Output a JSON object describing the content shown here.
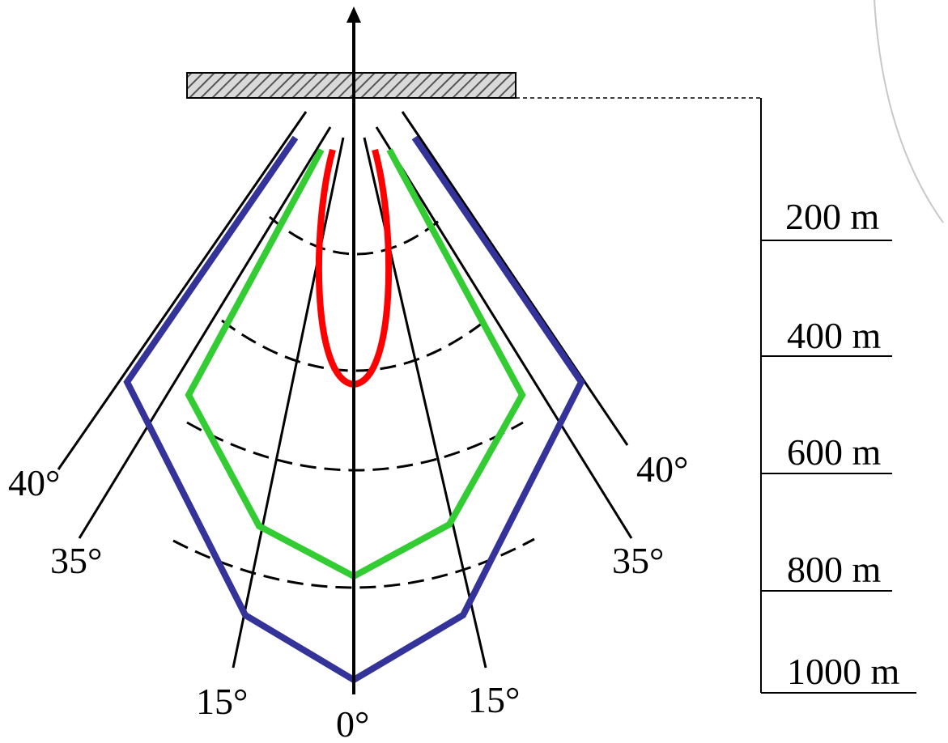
{
  "angle_labels": {
    "left_40": "40°",
    "left_35": "35°",
    "left_15": "15°",
    "center_0": "0°",
    "right_15": "15°",
    "right_35": "35°",
    "right_40": "40°"
  },
  "distance_scale": [
    "200 m",
    "400 m",
    "600 m",
    "800 m",
    "1000 m"
  ],
  "colors": {
    "outer_contour": "#333399",
    "middle_contour": "#33cc33",
    "inner_contour": "#ff0000",
    "lines": "#000000",
    "hatch_fill": "#bbbbbb",
    "background_arc": "#c8c8c8"
  }
}
